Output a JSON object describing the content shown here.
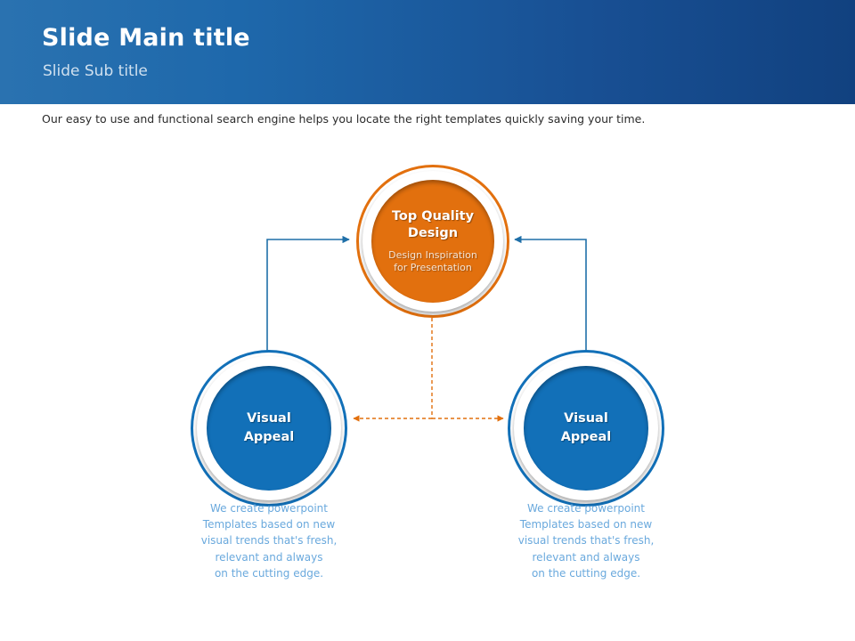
{
  "header": {
    "main_title": "Slide Main title",
    "sub_title": "Slide Sub title",
    "gradient_from": "#2a72b0",
    "gradient_to": "#11417f"
  },
  "intro": {
    "text": "Our easy to use and functional search engine helps you locate the right templates quickly saving your time."
  },
  "colors": {
    "accent_orange": "#e2700e",
    "accent_blue": "#1270b8",
    "caption_blue": "#6aa9dd",
    "connector_blue": "#1f6fa8",
    "connector_orange": "#e2700e",
    "ring_white": "#ffffff"
  },
  "diagram": {
    "type": "hub-and-spoke",
    "nodes": [
      {
        "id": "top",
        "color": "#e2700e",
        "title_line1": "Top Quality",
        "title_line2": "Design",
        "subtitle_line1": "Design Inspiration",
        "subtitle_line2": "for Presentation"
      },
      {
        "id": "left",
        "color": "#1270b8",
        "title_line1": "Visual",
        "title_line2": "Appeal"
      },
      {
        "id": "right",
        "color": "#1270b8",
        "title_line1": "Visual",
        "title_line2": "Appeal"
      }
    ],
    "connectors": [
      {
        "from": "left",
        "to": "top",
        "style": "solid",
        "color": "#1f6fa8"
      },
      {
        "from": "right",
        "to": "top",
        "style": "solid",
        "color": "#1f6fa8"
      },
      {
        "from": "top",
        "to": "left",
        "style": "dashed",
        "color": "#e2700e"
      },
      {
        "from": "top",
        "to": "right",
        "style": "dashed",
        "color": "#e2700e"
      }
    ]
  },
  "captions": {
    "left": {
      "line1": "We create powerpoint",
      "line2": "Templates based on new",
      "line3": "visual trends that's fresh,",
      "line4": "relevant and always",
      "line5": "on the cutting edge."
    },
    "right": {
      "line1": "We create powerpoint",
      "line2": "Templates based on new",
      "line3": "visual trends that's fresh,",
      "line4": "relevant and always",
      "line5": "on the cutting edge."
    }
  }
}
